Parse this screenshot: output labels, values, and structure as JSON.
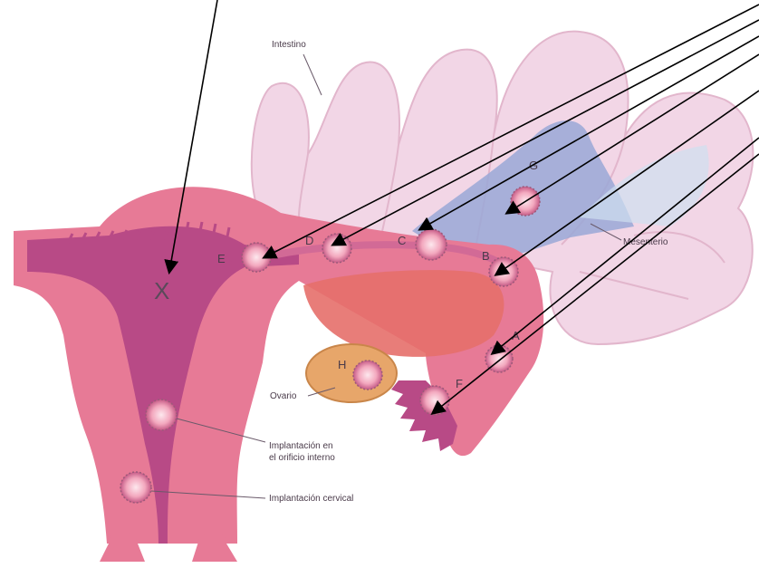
{
  "labels": {
    "intestine": "Intestino",
    "mesentery": "Mesenterio",
    "ovary": "Ovario",
    "internal_os": [
      "Implantación en",
      "el orificio interno"
    ],
    "cervical": "Implantación cervical"
  },
  "sites": {
    "a": "A",
    "b": "B",
    "c": "C",
    "d": "D",
    "e": "E",
    "f": "F",
    "g": "G",
    "h": "H",
    "x": "X"
  },
  "colors": {
    "intestine": "#f2d6e6",
    "intestine_outline": "#e2b6cc",
    "uterus": "#e77a96",
    "uterus_dark": "#b84a86",
    "ovary": "#e7a66a",
    "mesentery": "#9aa8d6",
    "arrow": "#000000"
  }
}
